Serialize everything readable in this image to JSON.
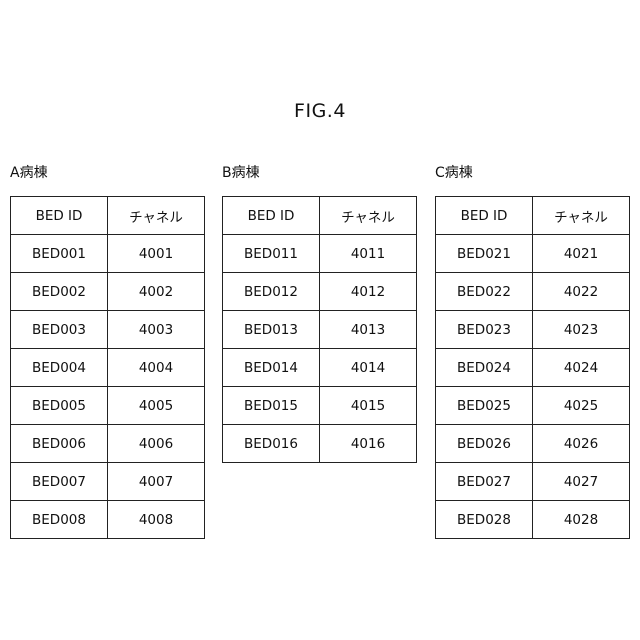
{
  "title": "FIG.4",
  "headers": {
    "bed_id": "BED ID",
    "channel": "チャネル"
  },
  "wards": [
    {
      "label": "A病棟",
      "rows": [
        {
          "bed": "BED001",
          "channel": "4001"
        },
        {
          "bed": "BED002",
          "channel": "4002"
        },
        {
          "bed": "BED003",
          "channel": "4003"
        },
        {
          "bed": "BED004",
          "channel": "4004"
        },
        {
          "bed": "BED005",
          "channel": "4005"
        },
        {
          "bed": "BED006",
          "channel": "4006"
        },
        {
          "bed": "BED007",
          "channel": "4007"
        },
        {
          "bed": "BED008",
          "channel": "4008"
        }
      ]
    },
    {
      "label": "B病棟",
      "rows": [
        {
          "bed": "BED011",
          "channel": "4011"
        },
        {
          "bed": "BED012",
          "channel": "4012"
        },
        {
          "bed": "BED013",
          "channel": "4013"
        },
        {
          "bed": "BED014",
          "channel": "4014"
        },
        {
          "bed": "BED015",
          "channel": "4015"
        },
        {
          "bed": "BED016",
          "channel": "4016"
        }
      ]
    },
    {
      "label": "C病棟",
      "rows": [
        {
          "bed": "BED021",
          "channel": "4021"
        },
        {
          "bed": "BED022",
          "channel": "4022"
        },
        {
          "bed": "BED023",
          "channel": "4023"
        },
        {
          "bed": "BED024",
          "channel": "4024"
        },
        {
          "bed": "BED025",
          "channel": "4025"
        },
        {
          "bed": "BED026",
          "channel": "4026"
        },
        {
          "bed": "BED027",
          "channel": "4027"
        },
        {
          "bed": "BED028",
          "channel": "4028"
        }
      ]
    }
  ]
}
